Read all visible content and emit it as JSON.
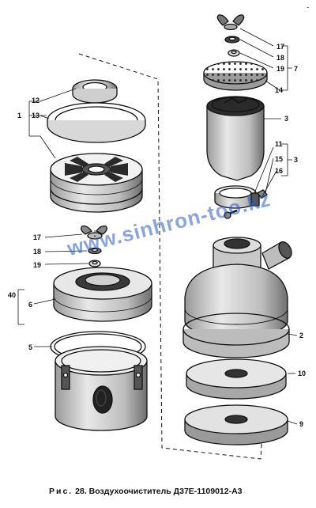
{
  "caption": {
    "prefix": "Рис.",
    "text": "28. Воздухоочиститель Д37Е-1109012-А3"
  },
  "watermark": "www.sinhron-too.kz",
  "corner_mark": "-",
  "callouts": {
    "c12": "12",
    "c1": "1",
    "c13": "13",
    "c17l": "17",
    "c18l": "18",
    "c19l": "19",
    "c40": "40",
    "c6": "6",
    "c5": "5",
    "c17r": "17",
    "c18r": "18",
    "c19r": "19",
    "c7": "7",
    "c14": "14",
    "c3r": "3",
    "c11": "11",
    "c15": "15",
    "c3b": "3",
    "c16": "16",
    "c2": "2",
    "c10": "10",
    "c9": "9"
  }
}
